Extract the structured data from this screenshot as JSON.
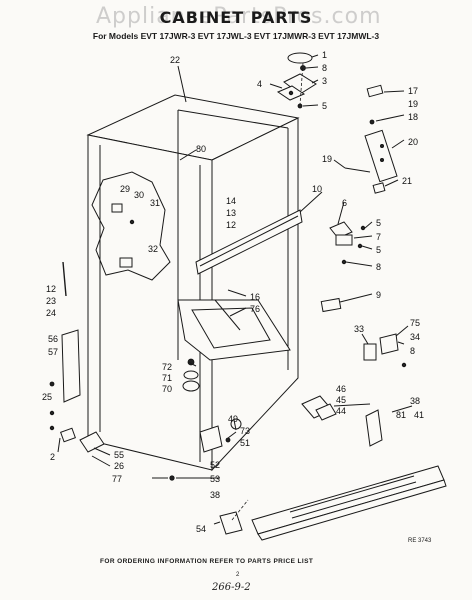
{
  "watermark": "AppliancePartsPros.com",
  "title": "CABINET PARTS",
  "models_line": "For Models EVT 17JWR-3 EVT 17JWL-3 EVT 17JMWR-3 EVT 17JMWL-3",
  "footer_note": "FOR ORDERING INFORMATION REFER TO PARTS PRICE LIST",
  "page_number": "2",
  "handwritten_note": "266-9-2",
  "reference_code": "RE 3743",
  "part_labels": [
    "1",
    "8",
    "3",
    "4",
    "5",
    "22",
    "17",
    "19",
    "18",
    "20",
    "80",
    "21",
    "19",
    "29",
    "30",
    "31",
    "14",
    "13",
    "12",
    "10",
    "6",
    "5",
    "7",
    "5",
    "8",
    "32",
    "12",
    "23",
    "24",
    "16",
    "76",
    "9",
    "56",
    "57",
    "25",
    "72",
    "71",
    "70",
    "33",
    "75",
    "34",
    "8",
    "46",
    "45",
    "44",
    "49",
    "73",
    "51",
    "38",
    "81",
    "41",
    "55",
    "26",
    "2",
    "77",
    "52",
    "53",
    "38",
    "54"
  ]
}
